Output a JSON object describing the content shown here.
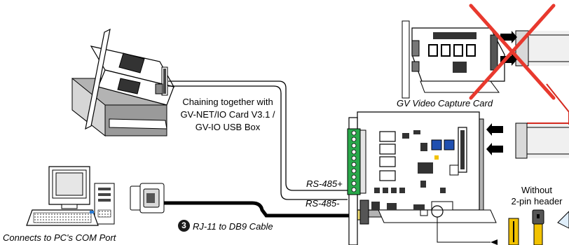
{
  "labels": {
    "chaining_line1": "Chaining together with",
    "chaining_line2": "GV-NET/IO Card V3.1 /",
    "chaining_line3": "GV-IO USB Box",
    "video_capture_card": "GV Video Capture Card",
    "rs485_plus": "RS-485+",
    "rs485_minus": "RS-485-",
    "cable_number": "3",
    "cable": "RJ-11 to DB9 Cable",
    "com_port": "Connects to PC's COM Port",
    "without_line1": "Without",
    "without_line2": "2-pin header"
  },
  "colors": {
    "line": "#000000",
    "board": "#ffffff",
    "shadow": "#b3b3b3",
    "terminal_green": "#29a84a",
    "jumper_yellow": "#f2c200",
    "cross_red": "#e8392e",
    "dip_blue": "#1f4fb0",
    "cable_red": "#d42a1f"
  }
}
